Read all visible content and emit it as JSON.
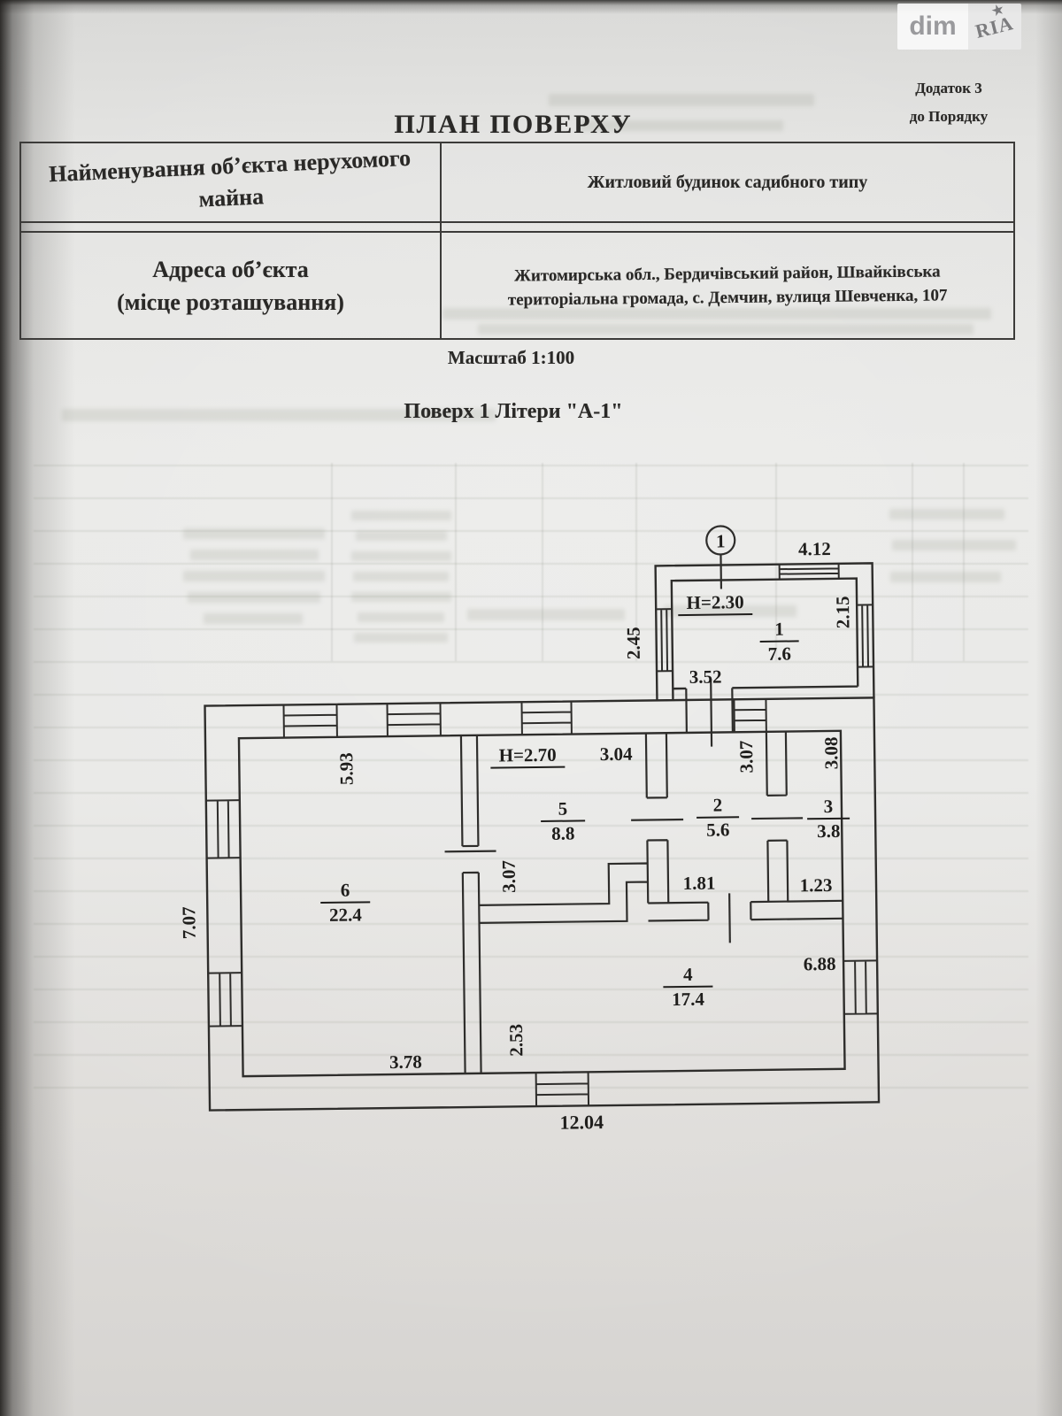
{
  "watermark": {
    "left": "dim",
    "right": "RIA",
    "star": "★"
  },
  "appendix": {
    "line1": "Додаток 3",
    "line2": "до Порядку"
  },
  "title": "ПЛАН ПОВЕРХУ",
  "info_table": {
    "row1": {
      "label_line1": "Найменування об’єкта нерухомого",
      "label_line2": "майна",
      "value": "Житловий будинок садибного типу"
    },
    "row2": {
      "label_line1": "Адреса об’єкта",
      "label_line2": "(місце розташування)",
      "value_line1": "Житомирська обл., Бердичівський район, Швайківська",
      "value_line2": "територіальна громада, с. Демчин, вулиця Шевченка, 107"
    }
  },
  "scale_line": "Масштаб 1:100",
  "floor_line": "Поверх 1 Літери \"А-1\"",
  "plan": {
    "callout": "1",
    "heights": {
      "annex": "Н=2.30",
      "main": "Н=2.70"
    },
    "rooms": {
      "r1": {
        "num": "1",
        "area": "7.6"
      },
      "r2": {
        "num": "2",
        "area": "5.6"
      },
      "r3": {
        "num": "3",
        "area": "3.8"
      },
      "r4": {
        "num": "4",
        "area": "17.4"
      },
      "r5": {
        "num": "5",
        "area": "8.8"
      },
      "r6": {
        "num": "6",
        "area": "22.4"
      }
    },
    "dims": {
      "annex_top": "4.12",
      "annex_left": "2.45",
      "annex_right": "2.15",
      "annex_width": "3.52",
      "room6_top": "5.93",
      "room5_width": "3.04",
      "room2_h": "3.07",
      "room3_h": "3.08",
      "room5_h": "3.07",
      "room2_w": "1.81",
      "room3_w": "1.23",
      "left_h": "7.07",
      "room4_w": "6.88",
      "hall_h": "2.53",
      "room6_w": "3.78",
      "total_w": "12.04"
    }
  }
}
